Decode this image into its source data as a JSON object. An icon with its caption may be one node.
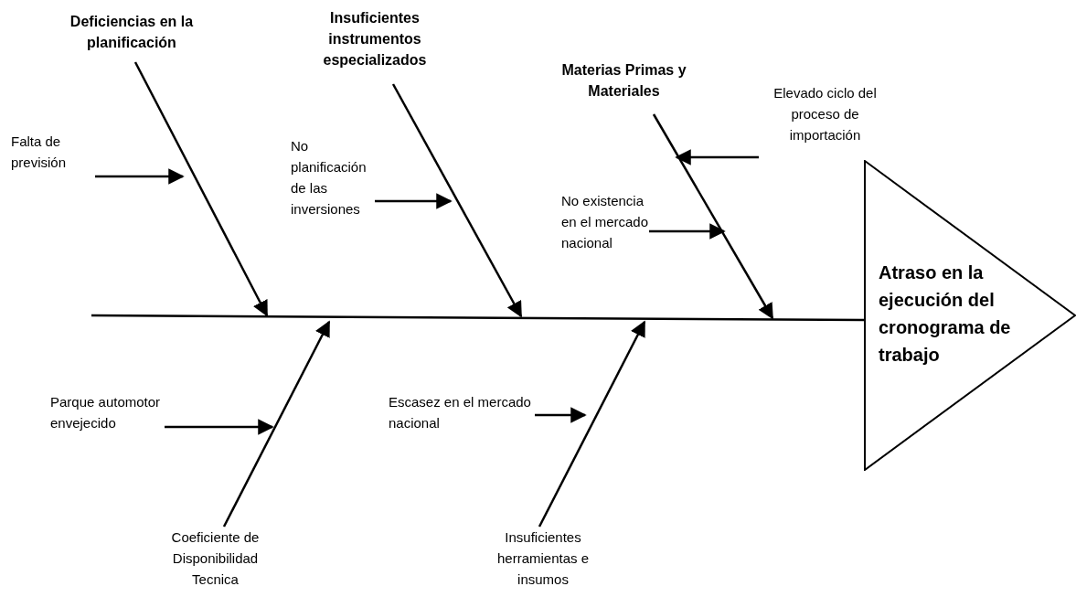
{
  "diagram": {
    "nodes": [
      {
        "text": [
          "Deficiencias en la planificación"
        ]
      },
      {
        "text": [
          "Insuficientes instrumentos especializados"
        ]
      },
      {
        "text": [
          "Materias Primas y Materiales"
        ]
      },
      {
        "text": [
          "Atraso en la ejecución del cronograma de trabajo"
        ]
      },
      {
        "text": [
          "Falta de previsión"
        ]
      },
      {
        "text": [
          "No planificación de las inversiones"
        ]
      },
      {
        "text": [
          "Elevado ciclo del proceso de importación"
        ]
      },
      {
        "text": [
          "No existencia en el mercado nacional"
        ]
      },
      {
        "text": [
          "Parque automotor envejecido"
        ]
      },
      {
        "text": [
          "Coeficiente de Disponibilidad Tecnica"
        ]
      },
      {
        "text": [
          "Escasez en el mercado nacional"
        ]
      },
      {
        "text": [
          "Insuficientes herramientas e insumos"
        ]
      }
    ],
    "edges": [
      {
        "from": null,
        "to": 3,
        "arrow": "none"
      },
      {
        "from": 0,
        "to": null,
        "arrow": "to"
      },
      {
        "from": 1,
        "to": null,
        "arrow": "to"
      },
      {
        "from": 2,
        "to": null,
        "arrow": "to"
      },
      {
        "from": 9,
        "to": null,
        "arrow": "to"
      },
      {
        "from": 11,
        "to": null,
        "arrow": "to"
      },
      {
        "from": 4,
        "to": null,
        "arrow": "to"
      },
      {
        "from": 5,
        "to": null,
        "arrow": "to"
      },
      {
        "from": 6,
        "to": null,
        "arrow": "to"
      },
      {
        "from": 7,
        "to": null,
        "arrow": "to"
      },
      {
        "from": 8,
        "to": null,
        "arrow": "to"
      },
      {
        "from": 10,
        "to": null,
        "arrow": "to"
      }
    ]
  }
}
